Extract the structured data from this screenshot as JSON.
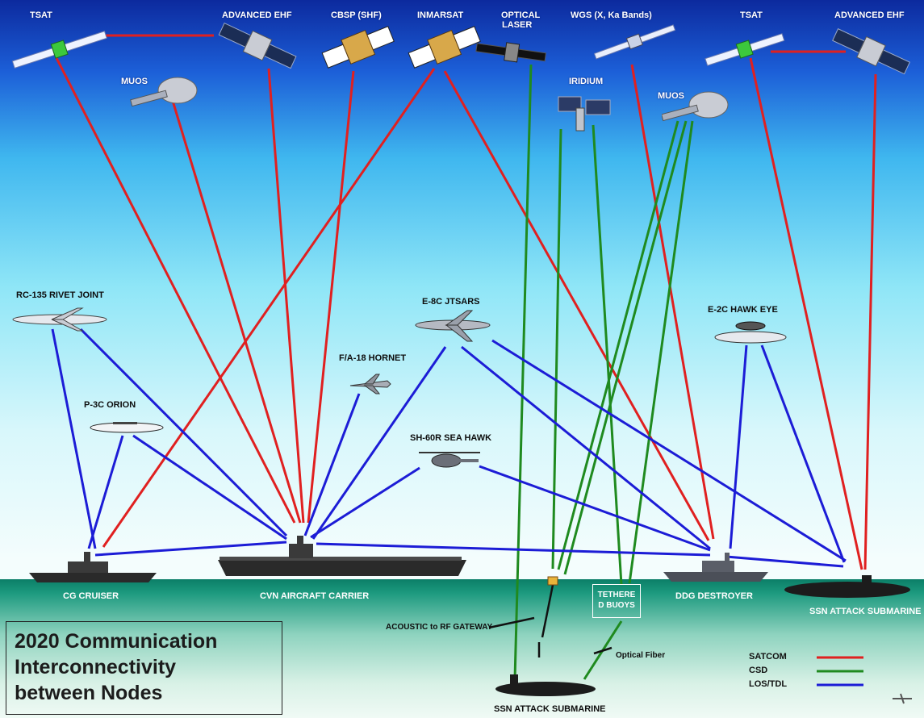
{
  "title": {
    "line1": "2020 Communication",
    "line2": "Interconnectivity",
    "line3": "between Nodes"
  },
  "satellites": {
    "tsat_left": "TSAT",
    "aehf_left": "ADVANCED EHF",
    "cbsp": "CBSP (SHF)",
    "inmarsat": "INMARSAT",
    "optical_laser_1": "OPTICAL",
    "optical_laser_2": "LASER",
    "wgs": "WGS (X, Ka Bands)",
    "tsat_right": "TSAT",
    "aehf_right": "ADVANCED EHF",
    "muos_left": "MUOS",
    "iridium": "IRIDIUM",
    "muos_right": "MUOS"
  },
  "aircraft": {
    "rc135": "RC-135 RIVET JOINT",
    "e8c": "E-8C JTSARS",
    "e2c": "E-2C HAWK EYE",
    "fa18": "F/A-18 HORNET",
    "p3c": "P-3C ORION",
    "sh60r": "SH-60R SEA HAWK"
  },
  "surface": {
    "cg": "CG CRUISER",
    "cvn": "CVN AIRCRAFT CARRIER",
    "ddg": "DDG DESTROYER",
    "ssn_right": "SSN ATTACK SUBMARINE",
    "ssn_bottom": "SSN ATTACK SUBMARINE",
    "buoy_1": "TETHERE",
    "buoy_2": "D BUOYS",
    "gateway": "ACOUSTIC to RF GATEWAY",
    "fiber": "Optical Fiber"
  },
  "legend": [
    {
      "label": "SATCOM",
      "color": "#e02020"
    },
    {
      "label": "CSD",
      "color": "#1f8a1f"
    },
    {
      "label": "LOS/TDL",
      "color": "#1c1cd6"
    }
  ],
  "colors": {
    "satcom": "#e02020",
    "csd": "#1f8a1f",
    "los": "#1c1cd6"
  }
}
